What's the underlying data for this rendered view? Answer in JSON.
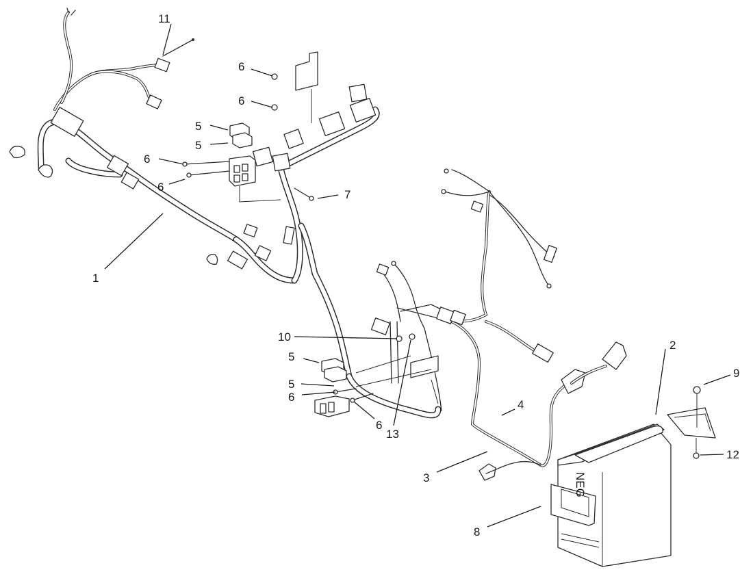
{
  "diagram": {
    "battery_label": "NEG",
    "callouts": [
      {
        "id": "c1",
        "label": "1"
      },
      {
        "id": "c2",
        "label": "2"
      },
      {
        "id": "c3",
        "label": "3"
      },
      {
        "id": "c4",
        "label": "4"
      },
      {
        "id": "c5a",
        "label": "5"
      },
      {
        "id": "c5b",
        "label": "5"
      },
      {
        "id": "c5c",
        "label": "5"
      },
      {
        "id": "c5d",
        "label": "5"
      },
      {
        "id": "c6a",
        "label": "6"
      },
      {
        "id": "c6b",
        "label": "6"
      },
      {
        "id": "c6c",
        "label": "6"
      },
      {
        "id": "c6d",
        "label": "6"
      },
      {
        "id": "c6e",
        "label": "6"
      },
      {
        "id": "c6f",
        "label": "6"
      },
      {
        "id": "c7",
        "label": "7"
      },
      {
        "id": "c8",
        "label": "8"
      },
      {
        "id": "c9",
        "label": "9"
      },
      {
        "id": "c10",
        "label": "10"
      },
      {
        "id": "c11",
        "label": "11"
      },
      {
        "id": "c12",
        "label": "12"
      },
      {
        "id": "c13",
        "label": "13"
      }
    ]
  }
}
